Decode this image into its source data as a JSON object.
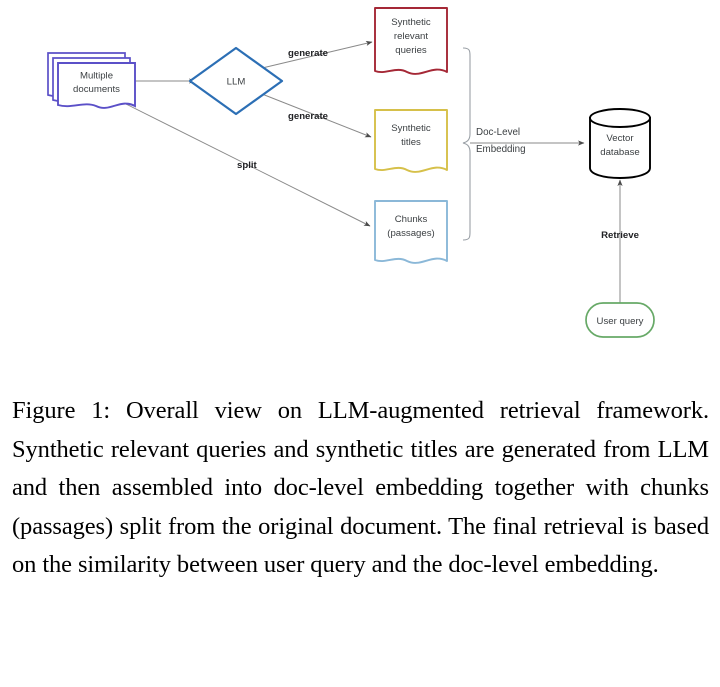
{
  "figure": {
    "caption": "Figure 1: Overall view on LLM-augmented retrieval framework. Synthetic relevant queries and synthetic titles are generated from LLM and then assembled into doc-level embedding together with chunks (passages) split from the original document. The final retrieval is based on the similarity between user query and the doc-level embedding."
  },
  "diagram": {
    "nodes": {
      "multiple_documents": {
        "label_line1": "Multiple",
        "label_line2": "documents",
        "shape": "multi-document-stack",
        "color": "#5b50c8"
      },
      "llm": {
        "label": "LLM",
        "shape": "diamond",
        "color": "#2c6fb5"
      },
      "synthetic_queries": {
        "label_line1": "Synthetic",
        "label_line2": "relevant",
        "label_line3": "queries",
        "shape": "document",
        "color": "#a52836"
      },
      "synthetic_titles": {
        "label_line1": "Synthetic",
        "label_line2": "titles",
        "shape": "document",
        "color": "#d6c04a"
      },
      "chunks": {
        "label_line1": "Chunks",
        "label_line2": "(passages)",
        "shape": "document",
        "color": "#8bb8d8"
      },
      "vector_database": {
        "label_line1": "Vector",
        "label_line2": "database",
        "shape": "cylinder",
        "color": "#000000"
      },
      "user_query": {
        "label": "User query",
        "shape": "rounded-rectangle",
        "color": "#67a967"
      }
    },
    "edges": {
      "docs_to_llm": {
        "label": ""
      },
      "llm_to_queries": {
        "label": "generate"
      },
      "llm_to_titles": {
        "label": "generate"
      },
      "docs_to_chunks": {
        "label": "split"
      },
      "bracket_to_db_line1": {
        "label": "Doc-Level"
      },
      "bracket_to_db_line2": {
        "label": "Embedding"
      },
      "query_to_db": {
        "label": "Retrieve"
      }
    }
  }
}
